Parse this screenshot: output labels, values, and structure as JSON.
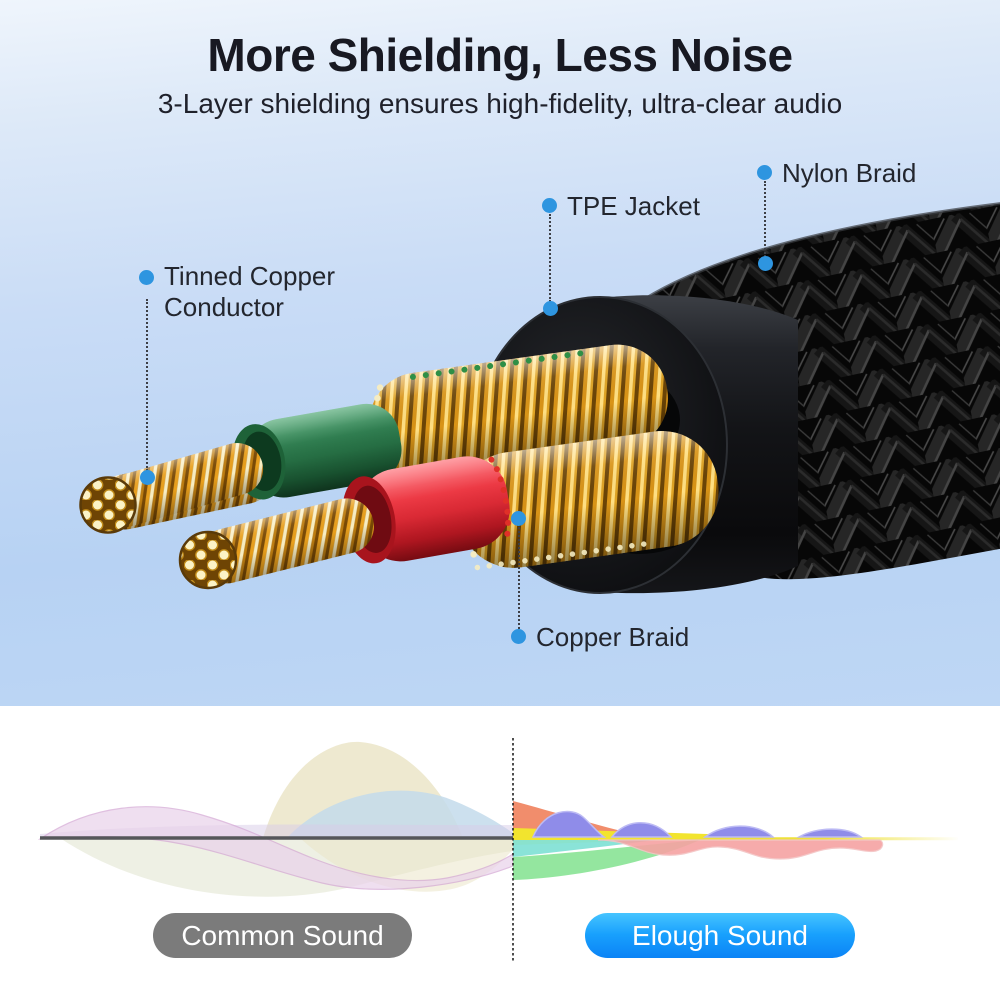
{
  "header": {
    "title": "More Shielding, Less Noise",
    "subtitle": "3-Layer shielding ensures high-fidelity, ultra-clear audio"
  },
  "diagram": {
    "labels": [
      {
        "id": "nylon-braid",
        "text": "Nylon Braid"
      },
      {
        "id": "tpe-jacket",
        "text": "TPE Jacket"
      },
      {
        "id": "tinned-copper-conductor",
        "text": "Tinned Copper Conductor"
      },
      {
        "id": "copper-braid",
        "text": "Copper Braid"
      }
    ],
    "colors": {
      "accent_dot": "#2e95e0",
      "jacket_black": "#17181b",
      "braid_black": "#0a0a0a",
      "copper_gold": "#e8a61e",
      "wire_green": "#2e7d4f",
      "wire_red": "#ee3843"
    }
  },
  "comparison": {
    "left_label": "Common Sound",
    "right_label": "Elough Sound",
    "left_pill_color": "#7b7b7b",
    "right_pill_gradient": [
      "#46c4ff",
      "#0b83f6"
    ]
  }
}
